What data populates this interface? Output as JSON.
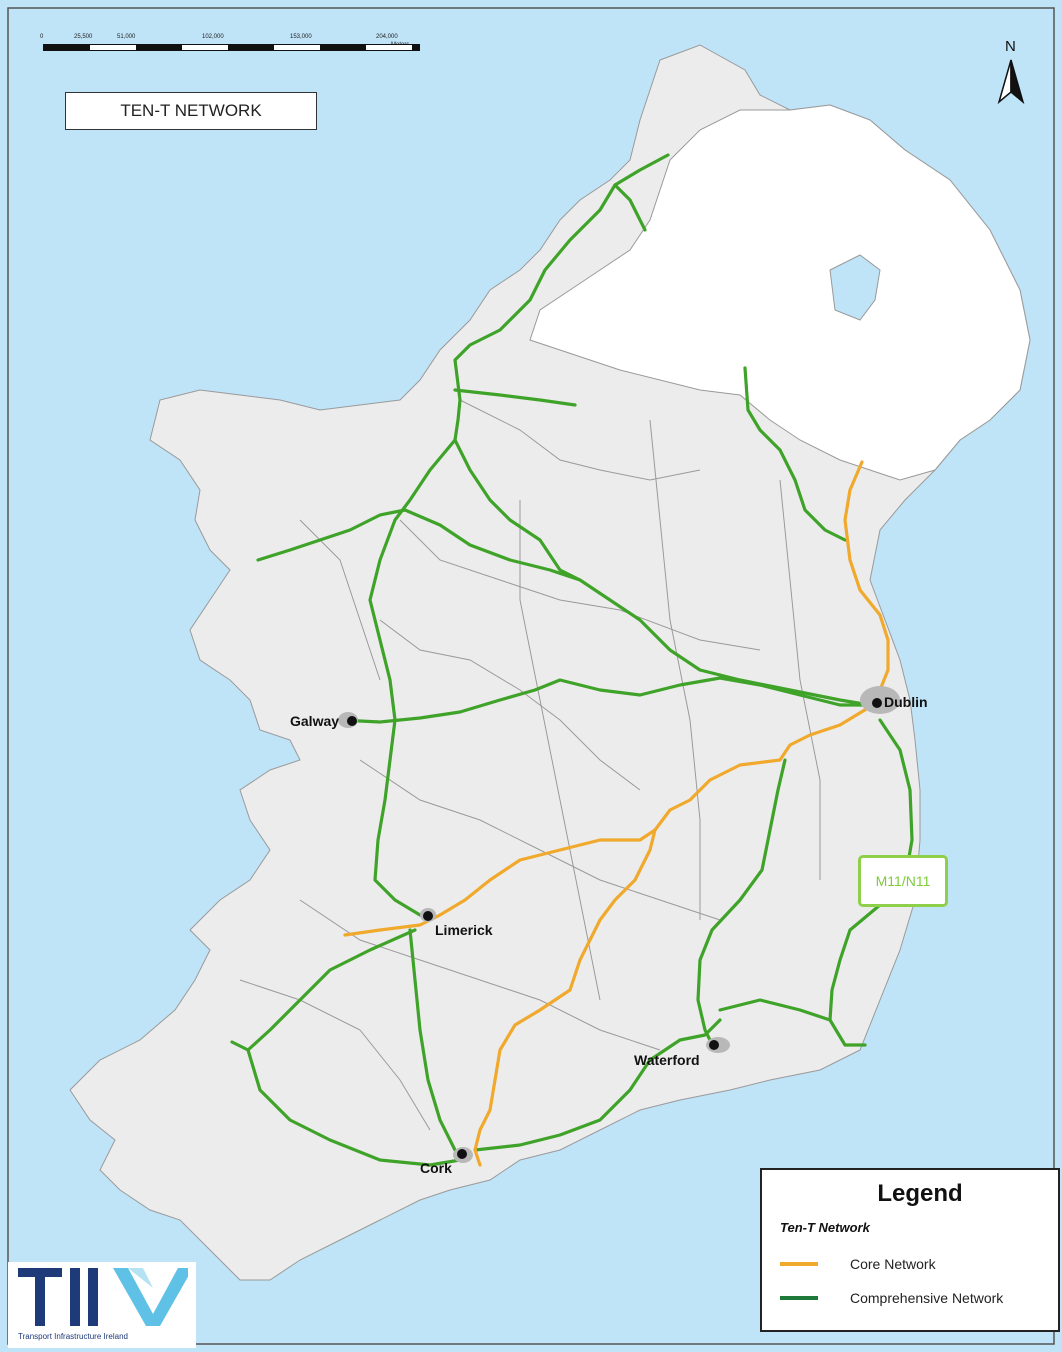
{
  "map": {
    "title": "TEN-T NETWORK",
    "scale_labels": [
      "0",
      "25,500",
      "51,000",
      "102,000",
      "153,000",
      "204,000"
    ],
    "scale_unit": "Meters",
    "north_label": "N",
    "cities": [
      {
        "name": "Dublin"
      },
      {
        "name": "Galway"
      },
      {
        "name": "Limerick"
      },
      {
        "name": "Cork"
      },
      {
        "name": "Waterford"
      }
    ],
    "route_callout": "M11/N11",
    "colors": {
      "sea": "#bfe3f7",
      "land": "#ececec",
      "northern_ireland": "#ffffff",
      "core": "#f0a92c",
      "comprehensive": "#3fa329",
      "callout_border": "#8ed049"
    }
  },
  "legend": {
    "title": "Legend",
    "subtitle": "Ten-T Network",
    "items": [
      {
        "label": "Core Network",
        "color": "#f0a92c"
      },
      {
        "label": "Comprehensive Network",
        "color": "#1f7a3a"
      }
    ]
  },
  "logo": {
    "caption": "Transport Infrastructure Ireland"
  }
}
